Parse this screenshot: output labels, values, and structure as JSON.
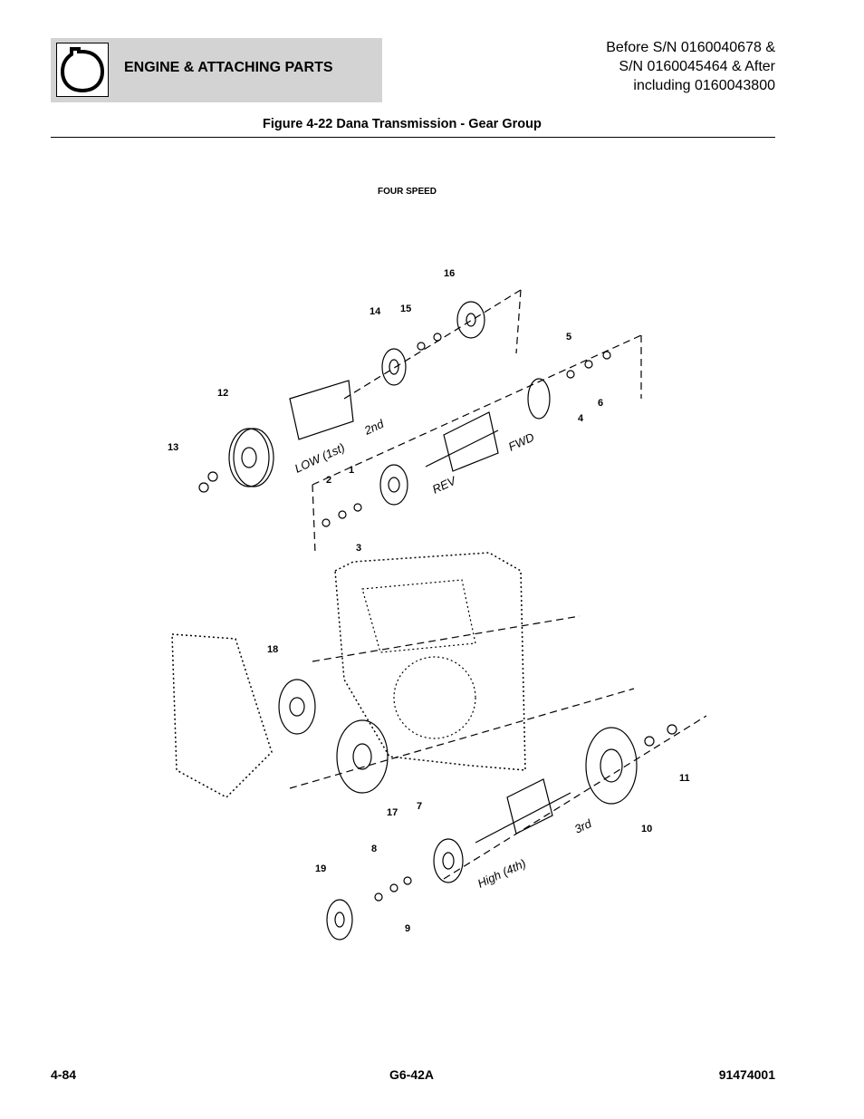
{
  "header": {
    "section_title": "ENGINE & ATTACHING PARTS",
    "icon": "engine-outline-icon",
    "serial_lines": [
      "Before S/N 0160040678 &",
      "S/N 0160045464 & After",
      "including 0160043800"
    ]
  },
  "figure": {
    "title": "Figure 4-22 Dana Transmission - Gear Group",
    "subtitle": "FOUR SPEED",
    "callouts": [
      "1",
      "2",
      "3",
      "4",
      "5",
      "6",
      "7",
      "8",
      "9",
      "10",
      "11",
      "12",
      "13",
      "14",
      "15",
      "16",
      "17",
      "18",
      "19"
    ],
    "shaft_labels": [
      "LOW (1st)",
      "2nd",
      "REV",
      "FWD",
      "High (4th)",
      "3rd"
    ]
  },
  "footer": {
    "page_number": "4-84",
    "model": "G6-42A",
    "doc_number": "91474001"
  }
}
